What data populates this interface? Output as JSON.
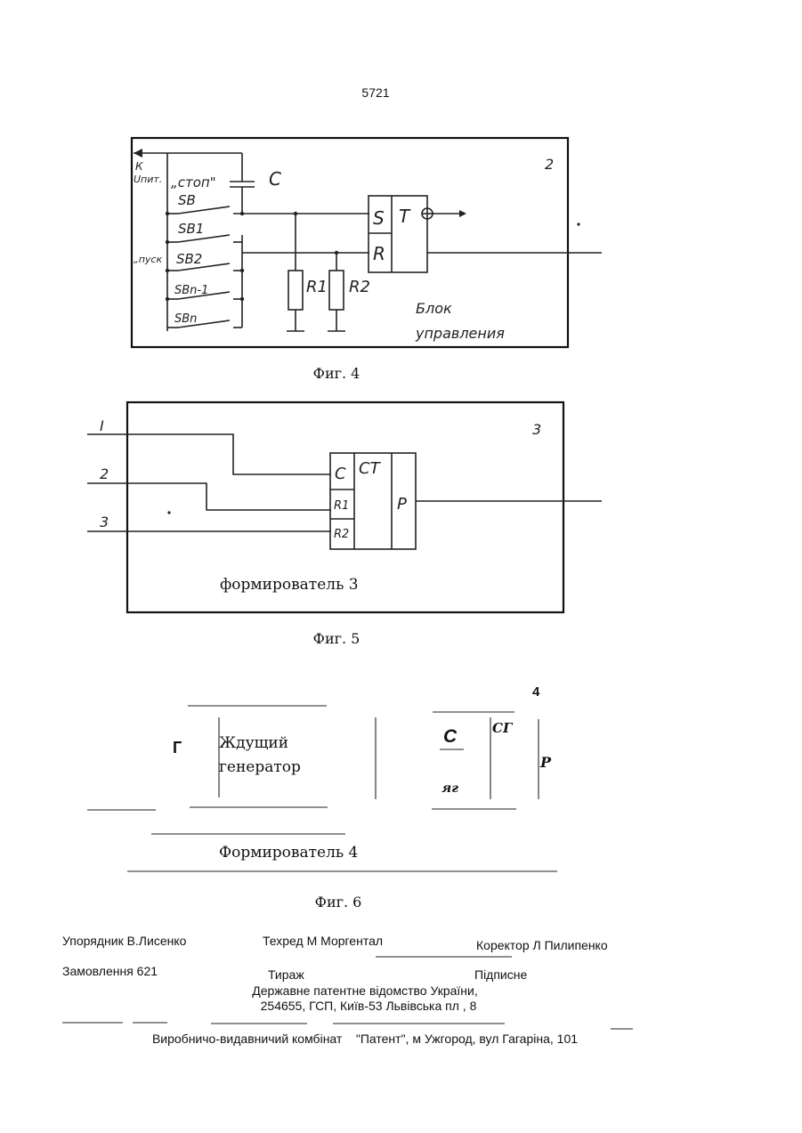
{
  "page_number": "5721",
  "fig4": {
    "block_number": "2",
    "supply_label_1": "К",
    "supply_label_2": "Uпит.",
    "stop_label": "„стоп\"",
    "start_label": "„пуск",
    "capacitor": "C",
    "switches": [
      "SB",
      "SB1",
      "SB2",
      "SBn-1",
      "SBn"
    ],
    "trigger_s": "S",
    "trigger_r": "R",
    "trigger_t": "T",
    "resistor_1": "R1",
    "resistor_2": "R2",
    "block_title_1": "Блок",
    "block_title_2": "управления",
    "caption": "Фиг. 4"
  },
  "fig5": {
    "block_number": "3",
    "inputs": [
      "I",
      "2",
      "3"
    ],
    "counter_c": "C",
    "counter_ct": "CT",
    "counter_r1": "R1",
    "counter_r2": "R2",
    "counter_p": "P",
    "block_title": "формирователь 3",
    "caption": "Фиг. 5"
  },
  "fig6": {
    "block_number": "4",
    "g_label": "Г",
    "generator_1": "Ждущий",
    "generator_2": "генератор",
    "cg_c": "С",
    "cg_title": "СГ",
    "cg_r": "яг",
    "cg_p": "Р",
    "block_title": "Формирователь 4",
    "caption": "Фиг. 6"
  },
  "footer": {
    "compiler": "Упорядник В.Лисенко",
    "techred": "Техред М Моргентал",
    "corrector": "Коректор Л Пилипенко",
    "order": "Замовлення 621",
    "circulation": "Тираж",
    "subscription": "Підписне",
    "office_1": "Державне патентне відомство України,",
    "office_2": "254655, ГСП, Київ-53 Львівська пл , 8",
    "plant": "Виробничо-видавничий комбінат    \"Патент\", м Ужгород, вул Гагаріна, 101"
  }
}
